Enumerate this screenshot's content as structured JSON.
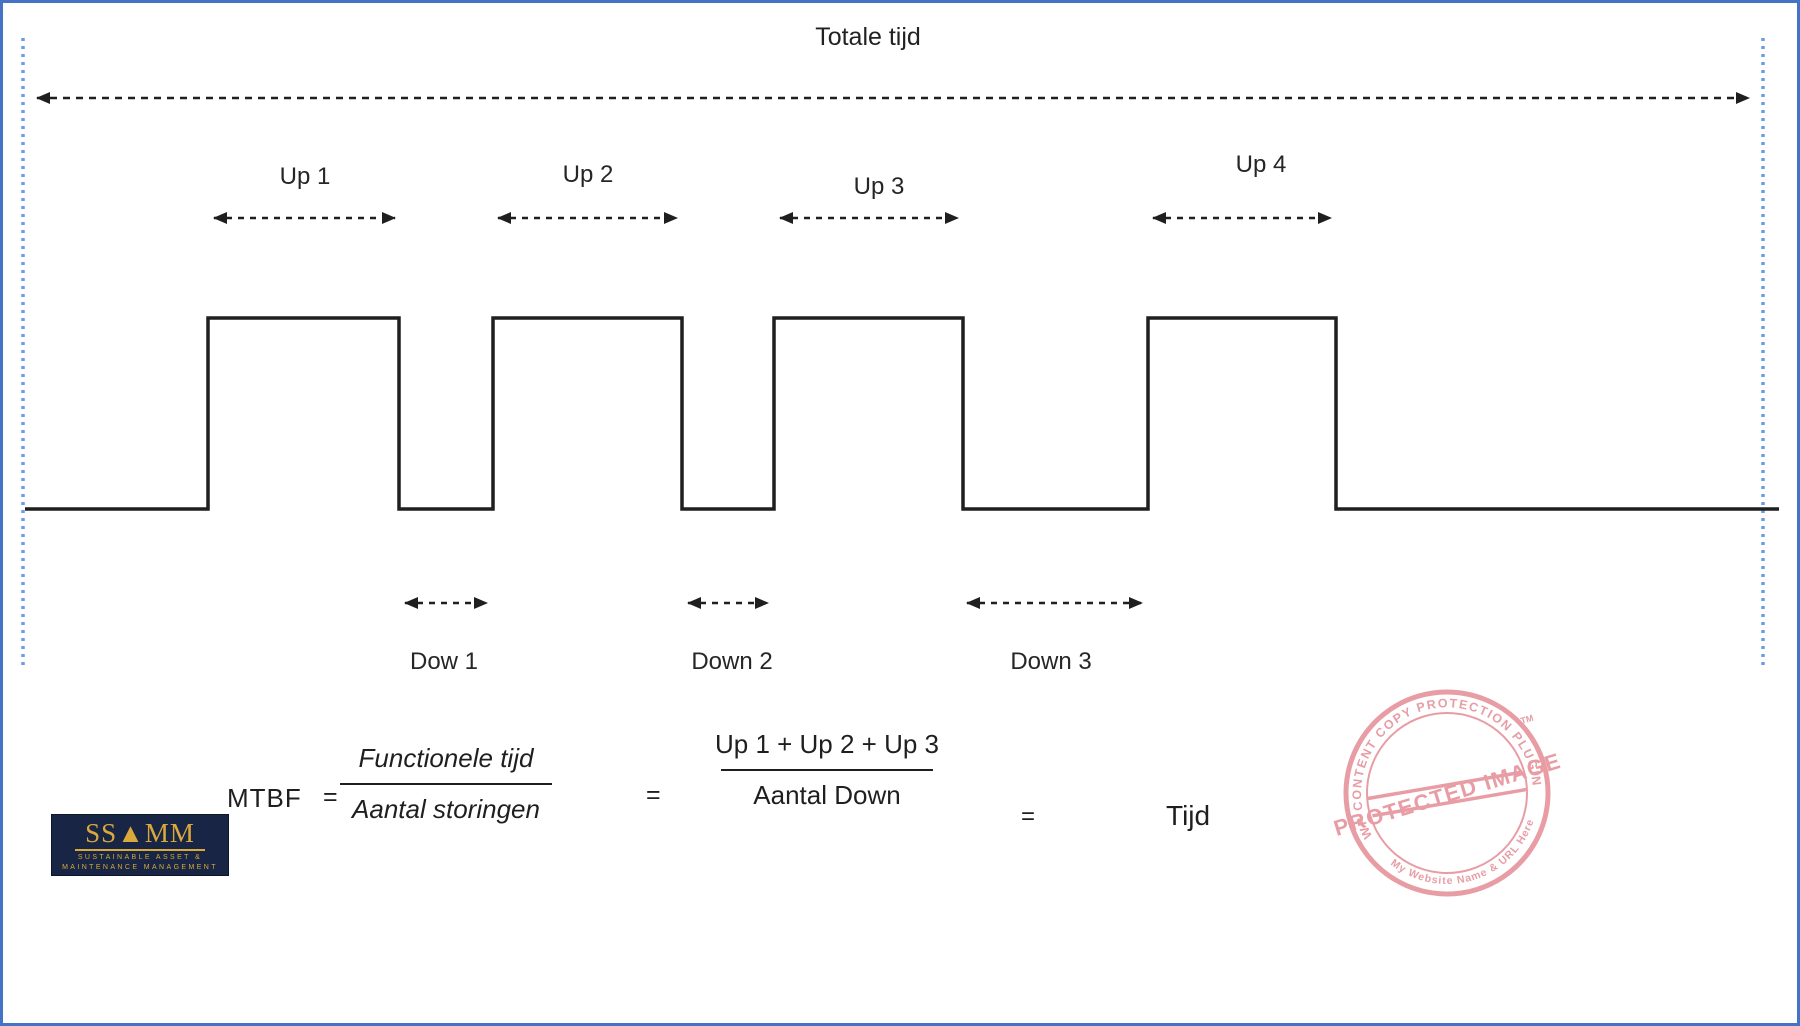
{
  "title": "Totale tijd",
  "up_segments": [
    {
      "label": "Up 1"
    },
    {
      "label": "Up 2"
    },
    {
      "label": "Up 3"
    },
    {
      "label": "Up 4"
    }
  ],
  "down_segments": [
    {
      "label": "Dow 1"
    },
    {
      "label": "Down 2"
    },
    {
      "label": "Down 3"
    }
  ],
  "formula": {
    "name": "MTBF",
    "equals": "=",
    "fraction1": {
      "numerator": "Functionele tijd",
      "denominator": "Aantal storingen"
    },
    "fraction2": {
      "numerator": "Up 1 + Up 2 + Up 3",
      "denominator": "Aantal Down"
    },
    "result": "Tijd"
  },
  "logo": {
    "name": "SS▲MM",
    "tagline1": "SUSTAINABLE ASSET &",
    "tagline2": "MAINTENANCE MANAGEMENT"
  },
  "stamp": {
    "arc_top": "WP CONTENT COPY PROTECTION PLUGIN",
    "center": "PROTECTED IMAGE",
    "arc_bottom": "My Website Name & URL Here",
    "tm": "TM"
  },
  "colors": {
    "border_blue": "#4472c4",
    "guide_blue": "#6d9be0",
    "line_black": "#1f1f1f",
    "stamp_pink": "#e2828d",
    "logo_navy": "#182544",
    "logo_gold": "#d9a93b"
  }
}
